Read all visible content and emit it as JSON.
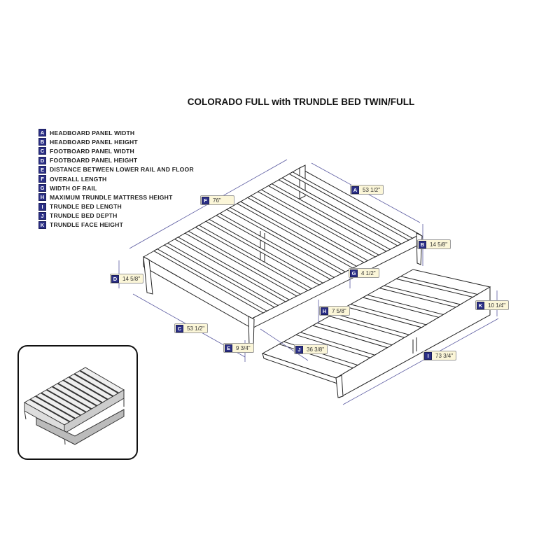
{
  "title": "COLORADO FULL with TRUNDLE BED TWIN/FULL",
  "legend": [
    {
      "letter": "A",
      "label": "HEADBOARD PANEL WIDTH"
    },
    {
      "letter": "B",
      "label": "HEADBOARD PANEL HEIGHT"
    },
    {
      "letter": "C",
      "label": "FOOTBOARD PANEL WIDTH"
    },
    {
      "letter": "D",
      "label": "FOOTBOARD PANEL HEIGHT"
    },
    {
      "letter": "E",
      "label": "DISTANCE BETWEEN LOWER RAIL AND FLOOR"
    },
    {
      "letter": "F",
      "label": "OVERALL LENGTH"
    },
    {
      "letter": "G",
      "label": "WIDTH OF RAIL"
    },
    {
      "letter": "H",
      "label": "MAXIMUM TRUNDLE MATTRESS HEIGHT"
    },
    {
      "letter": "I",
      "label": "TRUNDLE BED LENGTH"
    },
    {
      "letter": "J",
      "label": "TRUNDLE BED DEPTH"
    },
    {
      "letter": "K",
      "label": "TRUNDLE FACE HEIGHT"
    }
  ],
  "dimensions": {
    "A": {
      "letter": "A",
      "value": "53 1/2\""
    },
    "B": {
      "letter": "B",
      "value": "14 5/8\""
    },
    "C": {
      "letter": "C",
      "value": "53 1/2\""
    },
    "D": {
      "letter": "D",
      "value": "14 5/8\""
    },
    "E": {
      "letter": "E",
      "value": "9 3/4\""
    },
    "F": {
      "letter": "F",
      "value": "76\""
    },
    "G": {
      "letter": "G",
      "value": "4 1/2\""
    },
    "H": {
      "letter": "H",
      "value": "7 5/8\""
    },
    "I": {
      "letter": "I",
      "value": "73 3/4\""
    },
    "J": {
      "letter": "J",
      "value": "36 3/8\""
    },
    "K": {
      "letter": "K",
      "value": "10 1/4\""
    }
  },
  "colors": {
    "badge": "#2b2f86",
    "label_bg": "#fbf6d8",
    "dim_line": "#5a5aa0",
    "line": "#222222"
  }
}
